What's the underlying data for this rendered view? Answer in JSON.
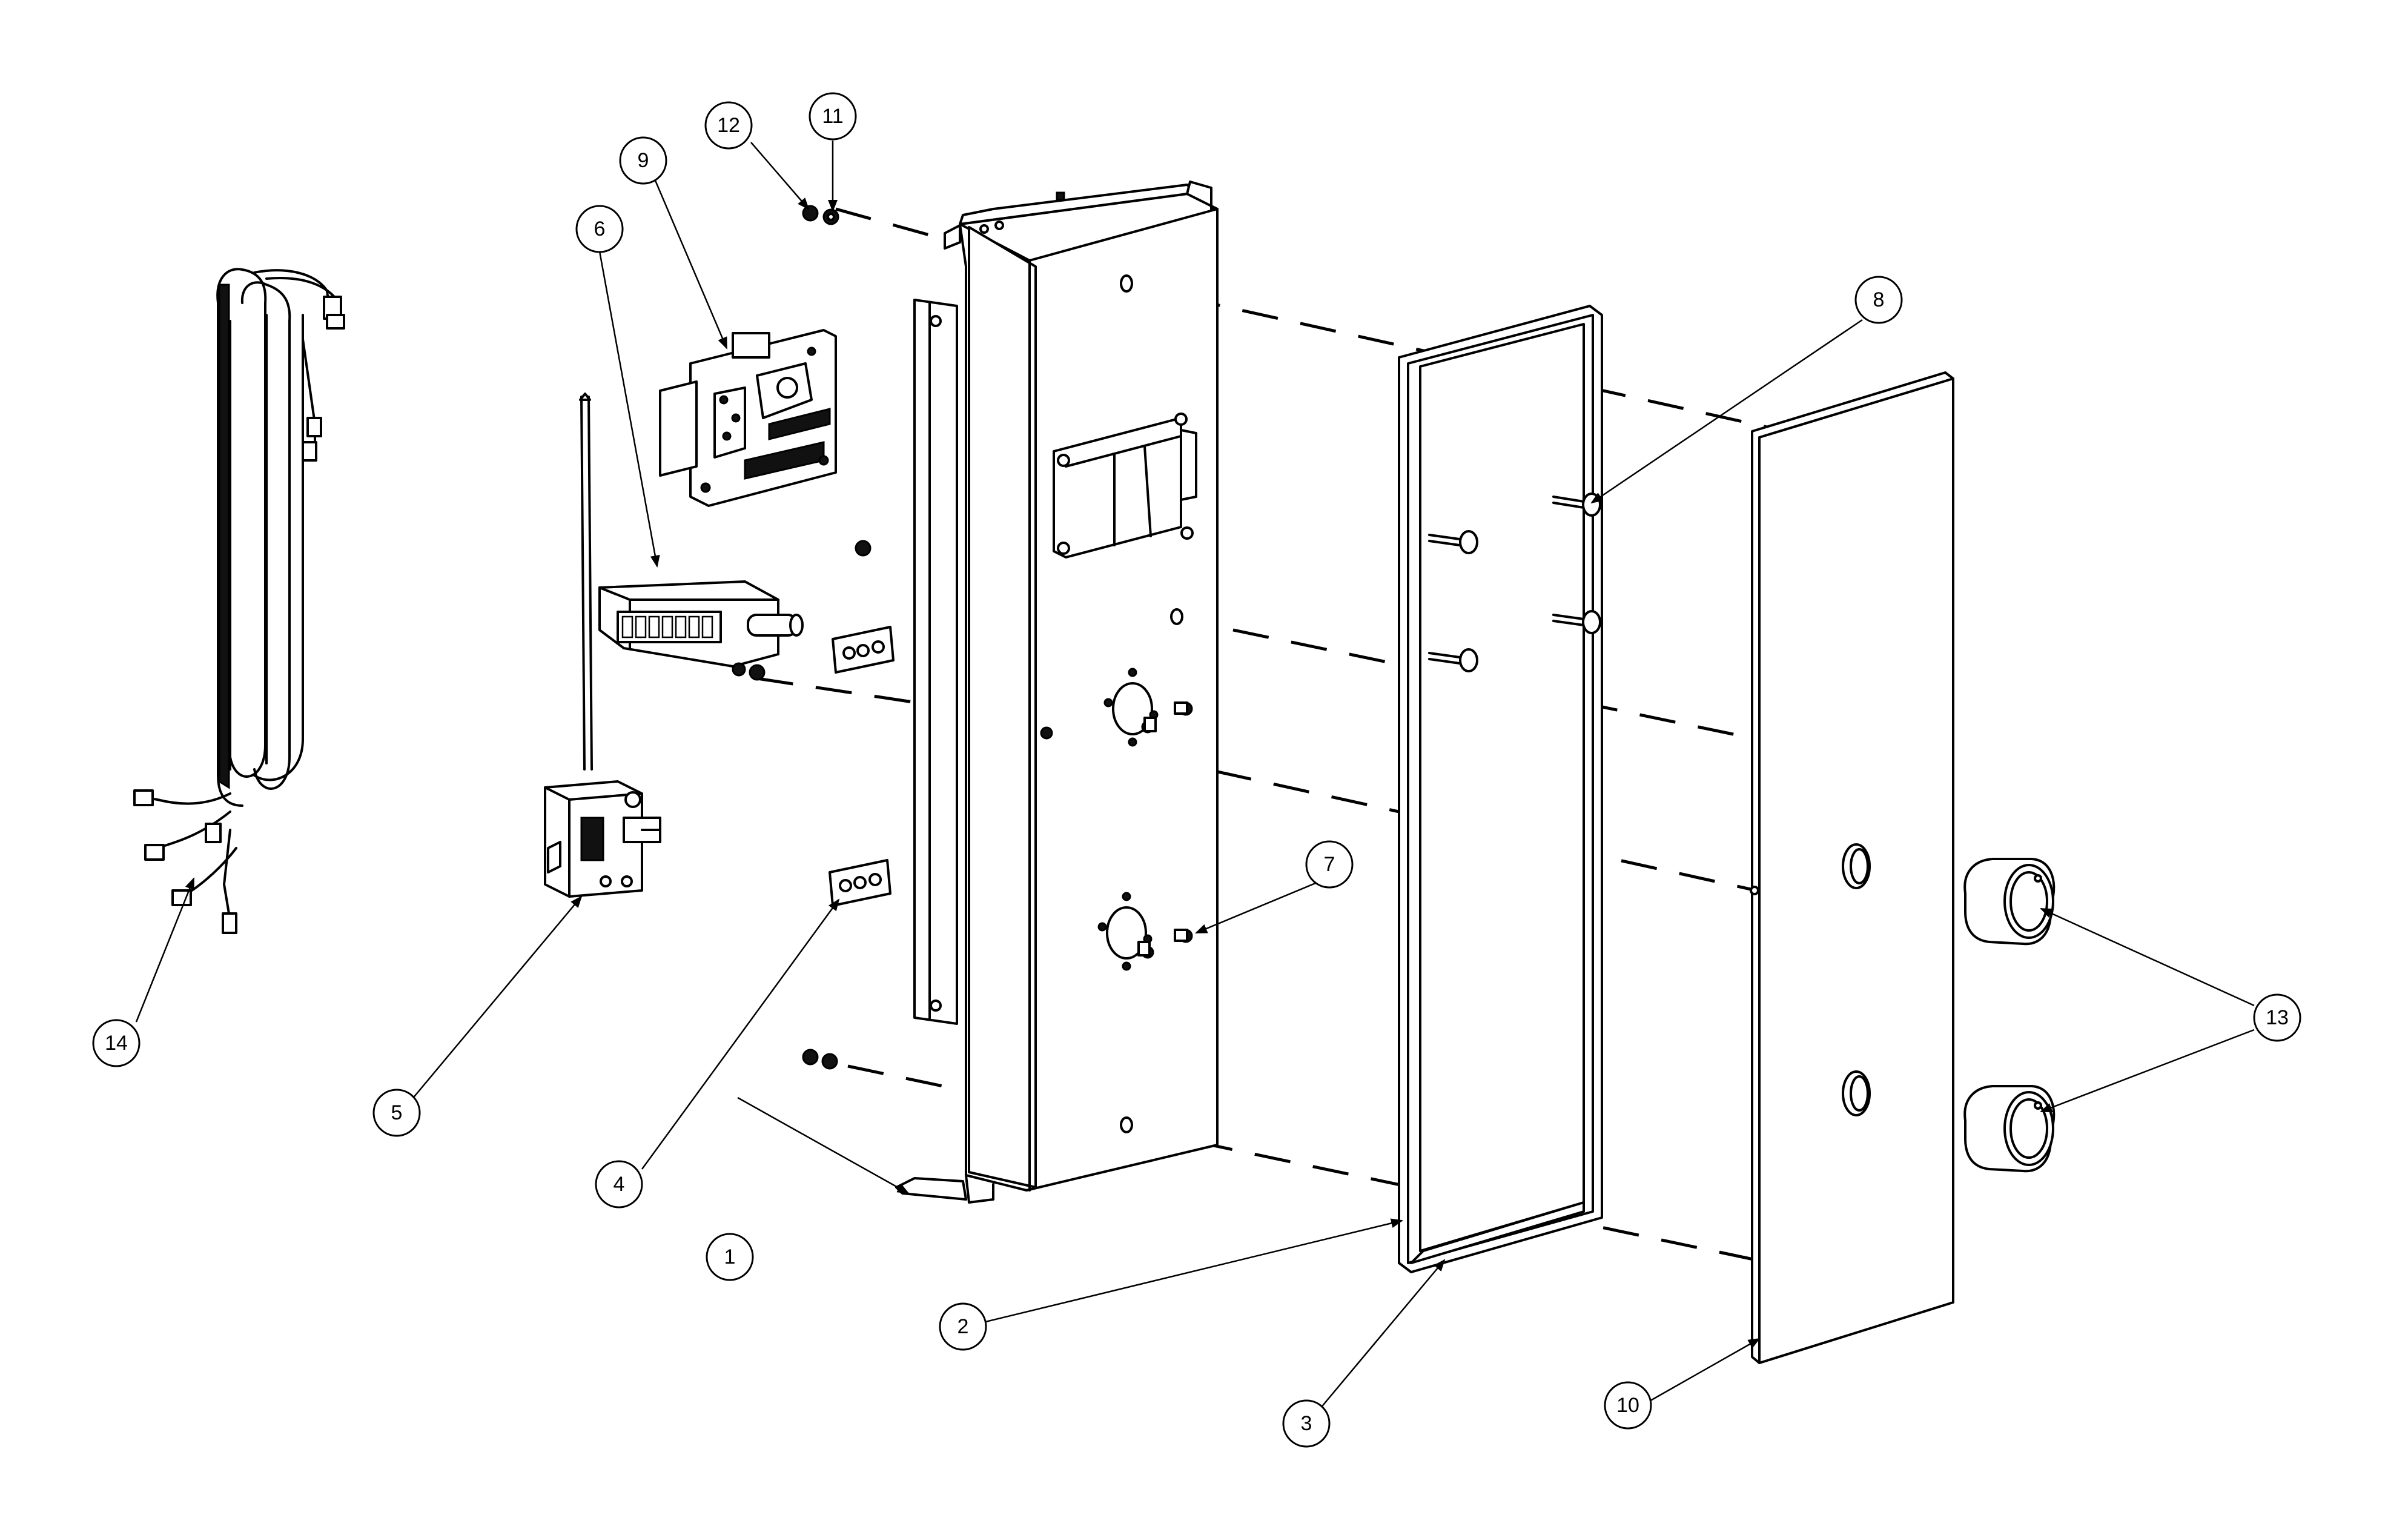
{
  "callouts": {
    "c1": "1",
    "c2": "2",
    "c3": "3",
    "c4": "4",
    "c5": "5",
    "c6": "6",
    "c7": "7",
    "c8": "8",
    "c9": "9",
    "c10": "10",
    "c11": "11",
    "c12": "12",
    "c13": "13",
    "c14": "14"
  }
}
